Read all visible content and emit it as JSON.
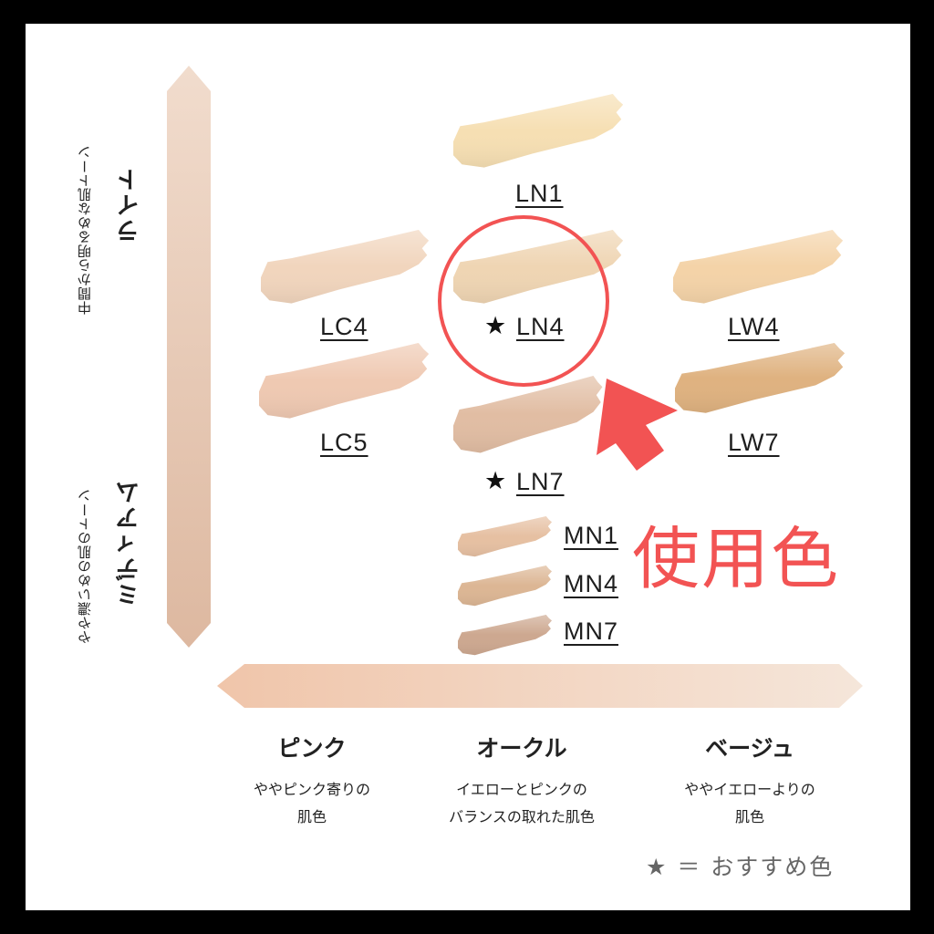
{
  "axis_y": {
    "top_sub": "中間から明るめな肌トーン",
    "top_main": "ライト",
    "bottom_sub": "やや濃いめの肌のトーン",
    "bottom_main": "ミディアム"
  },
  "swatches": [
    {
      "id": "LN1",
      "label": "LN1",
      "star": false,
      "color": "#f6dfb3"
    },
    {
      "id": "LC4",
      "label": "LC4",
      "star": false,
      "color": "#f1d5bd"
    },
    {
      "id": "LN4",
      "label": "LN4",
      "star": true,
      "color": "#efd5b3"
    },
    {
      "id": "LW4",
      "label": "LW4",
      "star": false,
      "color": "#f4d3a8"
    },
    {
      "id": "LC5",
      "label": "LC5",
      "star": false,
      "color": "#efc9b2"
    },
    {
      "id": "LW7",
      "label": "LW7",
      "star": false,
      "color": "#dfb280"
    },
    {
      "id": "LN7",
      "label": "LN7",
      "star": true,
      "color": "#e1bda3"
    },
    {
      "id": "MN1",
      "label": "MN1",
      "star": false,
      "color": "#e6c0a2"
    },
    {
      "id": "MN4",
      "label": "MN4",
      "star": false,
      "color": "#dcb694"
    },
    {
      "id": "MN7",
      "label": "MN7",
      "star": false,
      "color": "#cda890"
    }
  ],
  "star_glyph": "★",
  "categories": [
    {
      "title": "ピンク",
      "line1": "ややピンク寄りの",
      "line2": "肌色"
    },
    {
      "title": "オークル",
      "line1": "イエローとピンクの",
      "line2": "バランスの取れた肌色"
    },
    {
      "title": "ベージュ",
      "line1": "ややイエローよりの",
      "line2": "肌色"
    }
  ],
  "legend": "★ ＝ おすすめ色",
  "annotation": {
    "text": "使用色",
    "color": "#f25353",
    "highlighted": "LN4"
  },
  "colors": {
    "vertical_arrow_top": "#f1dccd",
    "vertical_arrow_bottom": "#ddb8a0",
    "horizontal_arrow_left": "#f0c5aa",
    "horizontal_arrow_right": "#f5e6da"
  }
}
